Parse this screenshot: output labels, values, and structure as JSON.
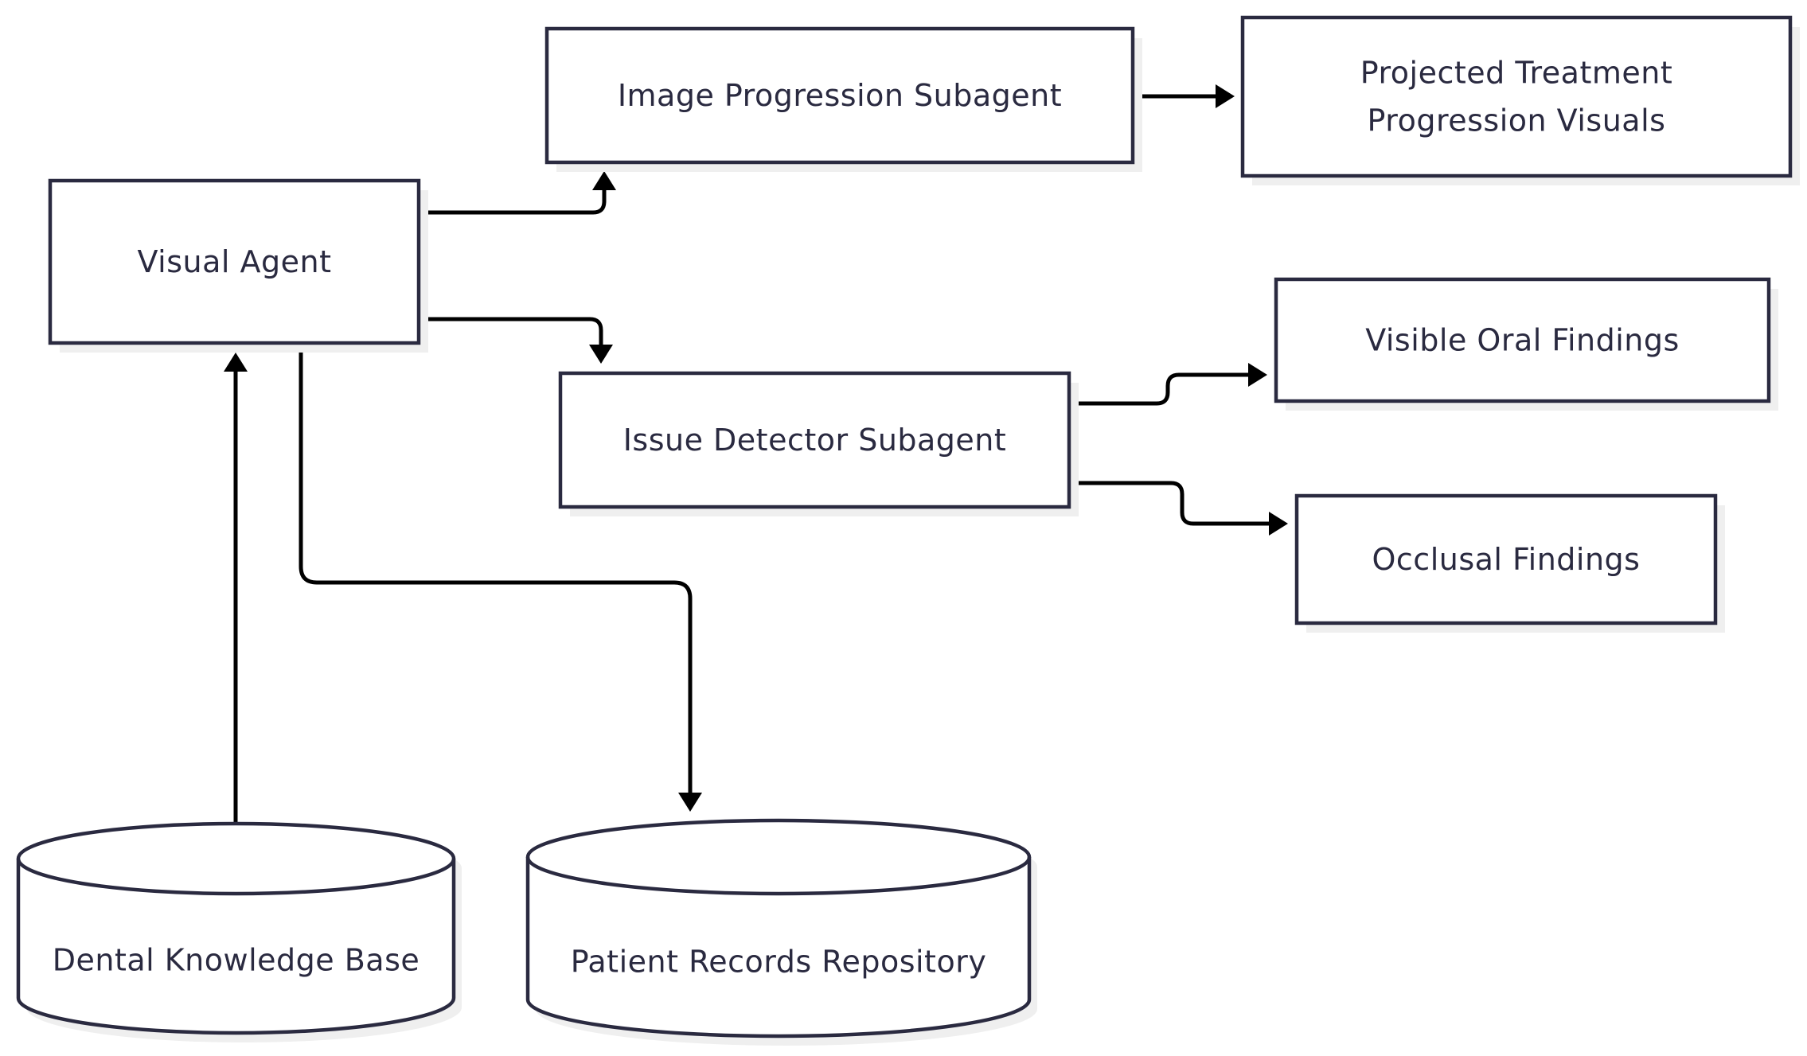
{
  "diagram": {
    "type": "flowchart",
    "colors": {
      "node_border": "#2a2a40",
      "node_fill": "#ffffff",
      "node_text": "#2a2a40",
      "node_shadow": "#efefef",
      "edge": "#000000"
    },
    "nodes": [
      {
        "id": "visual_agent",
        "shape": "rectangle",
        "label_lines": [
          "Visual Agent"
        ]
      },
      {
        "id": "image_progression",
        "shape": "rectangle",
        "label_lines": [
          "Image Progression Subagent"
        ]
      },
      {
        "id": "projected_visuals",
        "shape": "rectangle",
        "label_lines": [
          "Projected Treatment",
          "Progression Visuals"
        ]
      },
      {
        "id": "issue_detector",
        "shape": "rectangle",
        "label_lines": [
          "Issue Detector Subagent"
        ]
      },
      {
        "id": "visible_oral",
        "shape": "rectangle",
        "label_lines": [
          "Visible Oral Findings"
        ]
      },
      {
        "id": "occlusal",
        "shape": "rectangle",
        "label_lines": [
          "Occlusal Findings"
        ]
      },
      {
        "id": "dental_kb",
        "shape": "cylinder",
        "label_lines": [
          "Dental Knowledge Base"
        ]
      },
      {
        "id": "patient_records",
        "shape": "cylinder",
        "label_lines": [
          "Patient Records Repository"
        ]
      }
    ],
    "edges": [
      {
        "from": "visual_agent",
        "to": "image_progression"
      },
      {
        "from": "visual_agent",
        "to": "issue_detector"
      },
      {
        "from": "image_progression",
        "to": "projected_visuals"
      },
      {
        "from": "issue_detector",
        "to": "visible_oral"
      },
      {
        "from": "issue_detector",
        "to": "occlusal"
      },
      {
        "from": "dental_kb",
        "to": "visual_agent"
      },
      {
        "from": "visual_agent",
        "to": "patient_records"
      }
    ]
  }
}
